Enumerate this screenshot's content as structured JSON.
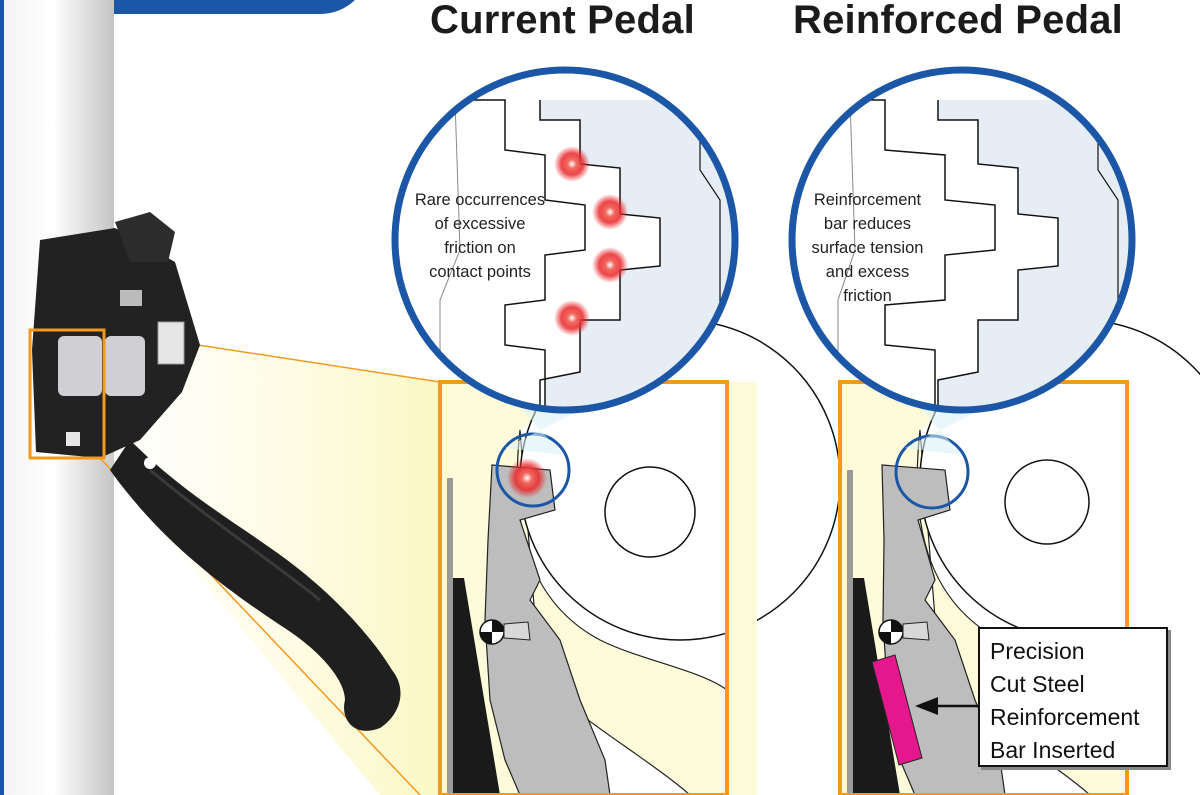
{
  "titles": {
    "current": "Current Pedal",
    "reinforced": "Reinforced Pedal"
  },
  "notes": {
    "current": [
      "Rare occurrences",
      "of excessive",
      "friction on",
      "contact points"
    ],
    "reinforced": [
      "Reinforcement",
      "bar reduces",
      "surface tension",
      "and excess",
      "friction"
    ]
  },
  "callout": {
    "lines": [
      "Precision",
      "Cut Steel",
      "Reinforcement",
      "Bar Inserted"
    ]
  },
  "colors": {
    "frame_blue": "#1b57a6",
    "highlight_orange": "#f39a1e",
    "pale_yellow": "#fdfbd9",
    "part_gray": "#bdbdbd",
    "friction_red": "#e8262a",
    "reinforcement_magenta": "#e5178c"
  }
}
